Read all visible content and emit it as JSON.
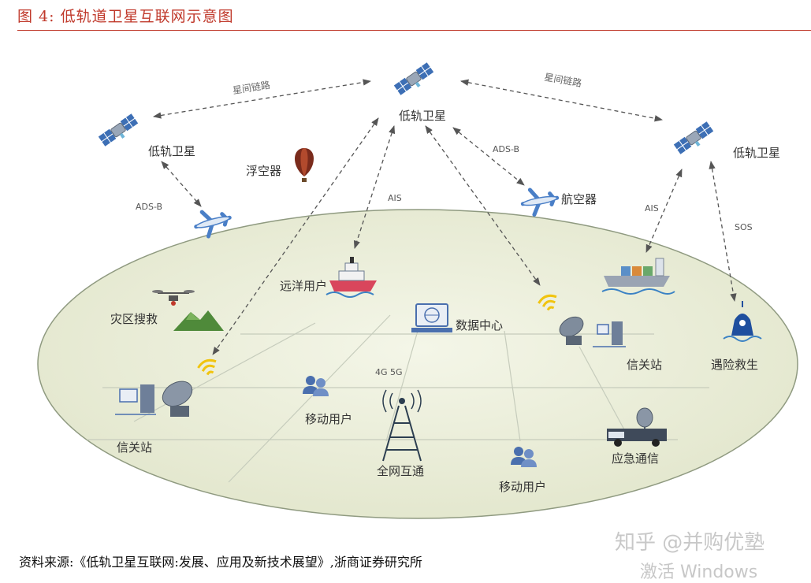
{
  "title": "图 4:   低轨道卫星互联网示意图",
  "source": "资料来源:《低轨卫星互联网:发展、应用及新技术展望》,浙商证券研究所",
  "watermark": "知乎 @并购优塾",
  "windows_watermark": "激活 Windows",
  "links": {
    "isl_left": "星间链路",
    "isl_right": "星间链路",
    "adsb_left": "ADS-B",
    "adsb_right": "ADS-B",
    "ais_center": "AIS",
    "ais_right": "AIS",
    "sos": "SOS"
  },
  "nodes": {
    "sat_left": "低轨卫星",
    "sat_center": "低轨卫星",
    "sat_right": "低轨卫星",
    "balloon": "浮空器",
    "aircraft": "航空器",
    "ocean_users": "远洋用户",
    "disaster": "灾区搜救",
    "data_center": "数据中心",
    "gateway_right": "信关站",
    "rescue": "遇险救生",
    "band": "4G  5G",
    "mobile_user_1": "移动用户",
    "gateway_left": "信关站",
    "tower": "全网互通",
    "mobile_user_2": "移动用户",
    "emergency": "应急通信"
  },
  "colors": {
    "accent": "#c0392b",
    "ellipse_fill": "#ecefdc",
    "link": "#555555",
    "satellite": "#3d6fb5"
  },
  "icons": [
    "satellite-icon",
    "airplane-icon",
    "balloon-icon",
    "ship-icon",
    "drone-icon",
    "mountain-icon",
    "computer-icon",
    "dish-icon",
    "buoy-icon",
    "tower-icon",
    "users-icon",
    "truck-icon",
    "signal-icon"
  ]
}
